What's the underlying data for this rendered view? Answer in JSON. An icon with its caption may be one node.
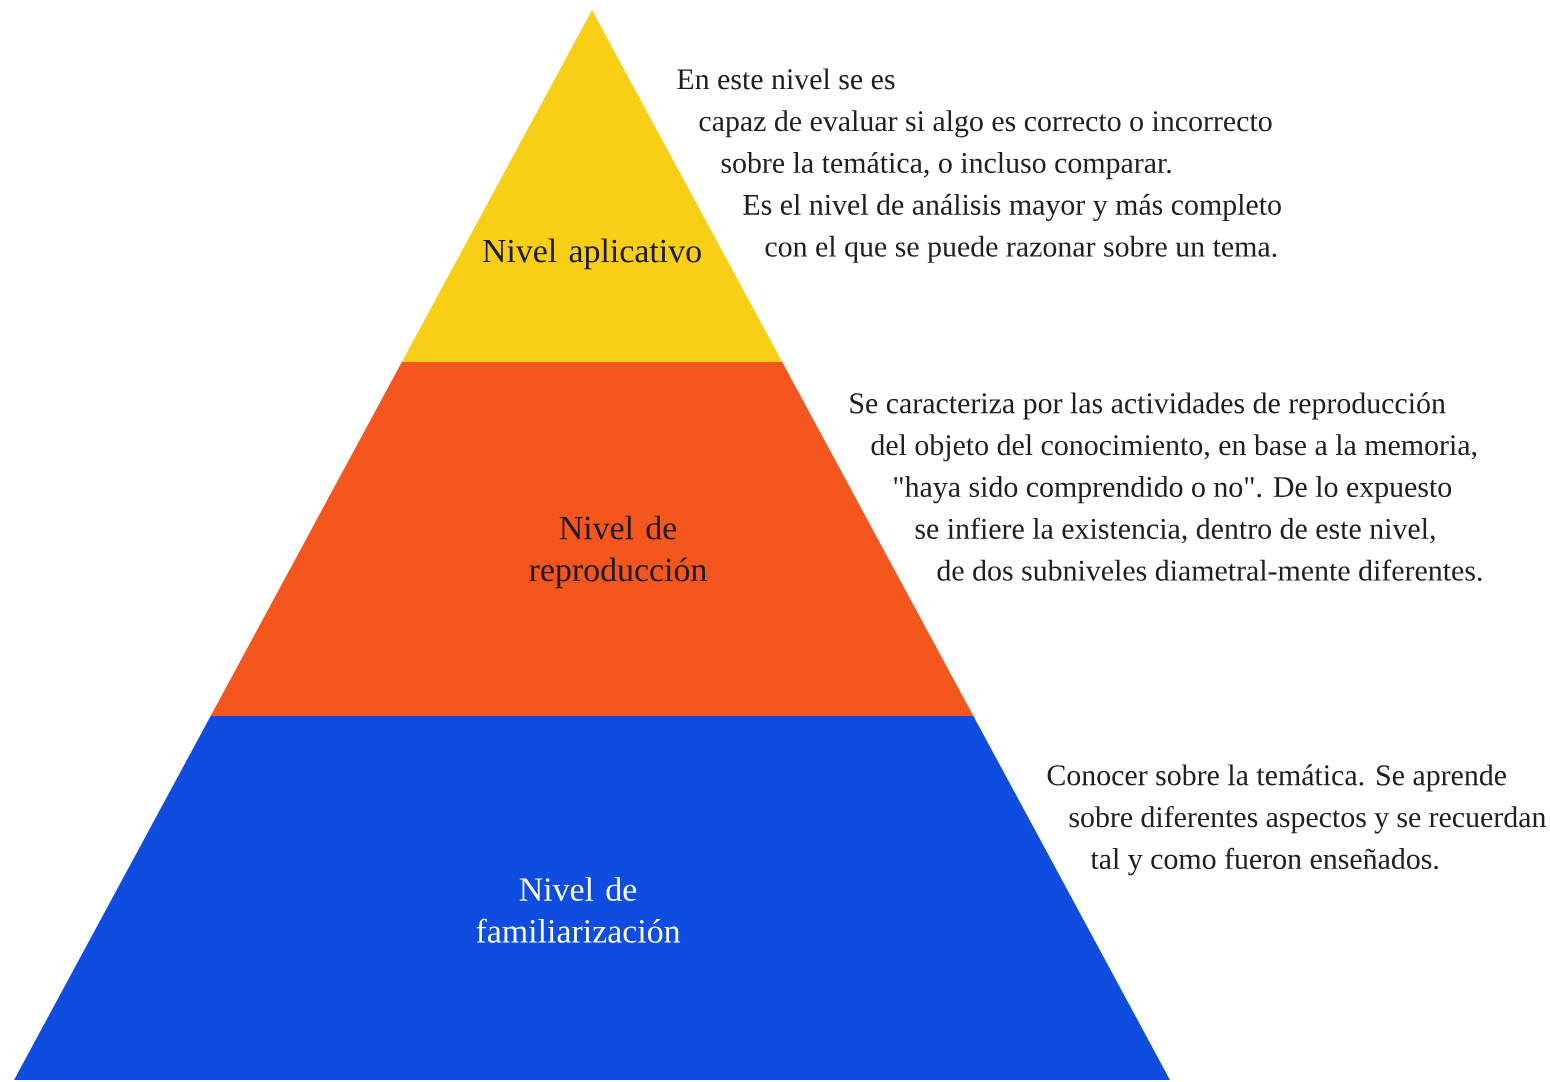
{
  "diagram": {
    "nodes": [
      {
        "text": [
          "Nivel aplicativo"
        ],
        "beside": [
          "En este nivel se es capaz de evaluar si algo es correcto o incorrecto sobre la temática, o incluso comparar. Es el nivel de análisis mayor y más completo con el que se puede razonar sobre un tema."
        ]
      },
      {
        "text": [
          "Nivel de reproducción"
        ],
        "beside": [
          "Se caracteriza por las actividades de reproducción del objeto del conocimiento, en base a la memoria, \"haya sido comprendido o no\". De lo expuesto se infiere la existencia, dentro de este nivel, de dos subniveles diametral-mente diferentes."
        ]
      },
      {
        "text": [
          "Nivel de familiarización"
        ],
        "beside": [
          "Conocer sobre la temática. Se aprende sobre diferentes aspectos y se recuerdan tal y como fueron enseñados."
        ]
      }
    ]
  }
}
